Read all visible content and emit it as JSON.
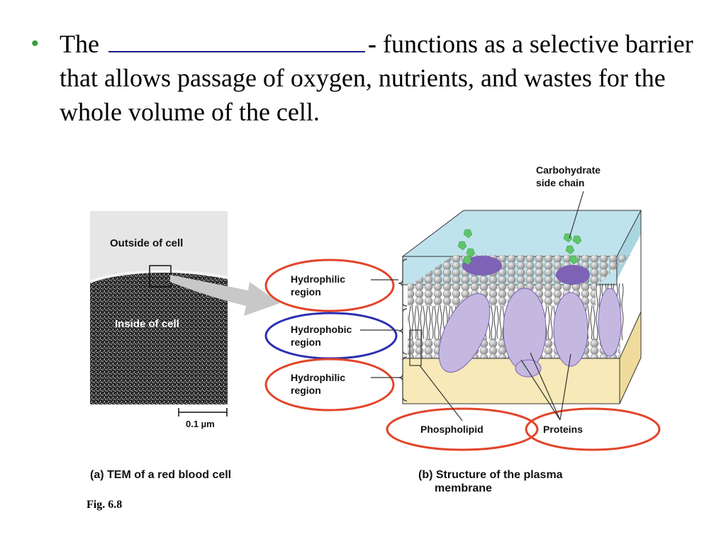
{
  "slide": {
    "bullet_start": "The",
    "bullet_dash": "-",
    "bullet_rest": "functions as a selective barrier that allows passage of oxygen, nutrients, and wastes for the whole volume of the cell.",
    "fig": "Fig. 6.8"
  },
  "diagram": {
    "tem": {
      "outside_label": "Outside of cell",
      "inside_label": "Inside of cell",
      "scale_label": "0.1 µm",
      "caption": "(a) TEM of a red blood cell"
    },
    "membrane": {
      "carb_label_line1": "Carbohydrate",
      "carb_label_line2": "side chain",
      "hydrophilic_top_line1": "Hydrophilic",
      "hydrophilic_top_line2": "region",
      "hydrophobic_line1": "Hydrophobic",
      "hydrophobic_line2": "region",
      "hydrophilic_bottom_line1": "Hydrophilic",
      "hydrophilic_bottom_line2": "region",
      "phospholipid_label": "Phospholipid",
      "proteins_label": "Proteins",
      "caption_line1": "(b) Structure of the plasma",
      "caption_line2": "membrane"
    },
    "colors": {
      "red_ellipse": "#e2452a",
      "blue_ellipse": "#2c2fb0",
      "extracellular": "#bfe3ec",
      "cytoplasm": "#f7e9b8",
      "protein": "#c4b8e0",
      "protein_dark": "#7d62b5",
      "carbohydrate": "#5fc46a",
      "lipid_head": "#a9a9a9"
    }
  }
}
